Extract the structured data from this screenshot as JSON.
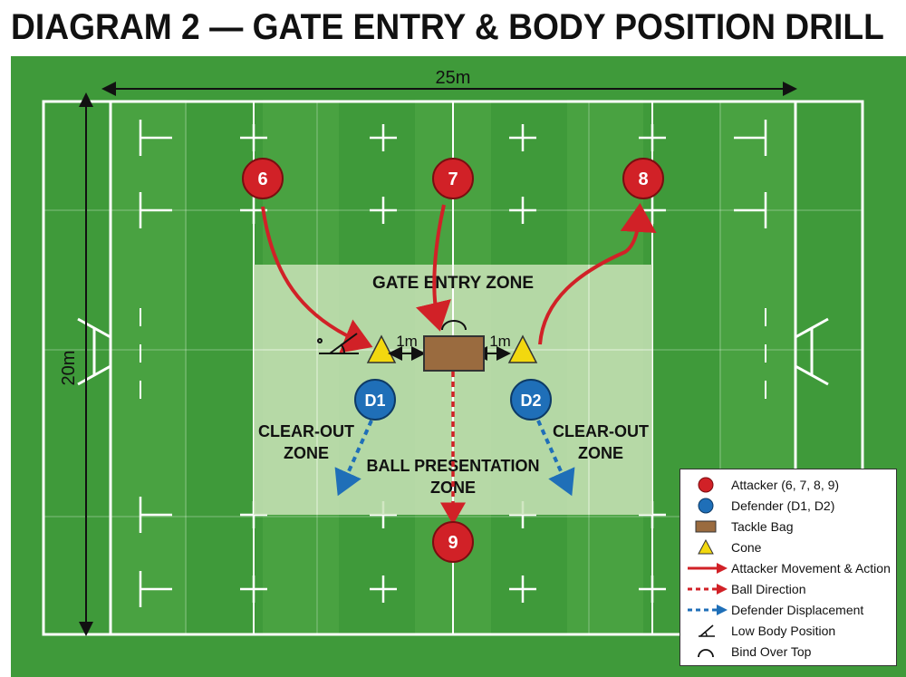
{
  "title": "DIAGRAM 2 — GATE ENTRY & BODY POSITION DRILL",
  "dimensions": {
    "width_label": "25m",
    "height_label": "20m",
    "gap_left": "1m",
    "gap_right": "1m"
  },
  "zones": {
    "gate_entry": "GATE ENTRY ZONE",
    "clear_out_left": [
      "CLEAR-OUT",
      "ZONE"
    ],
    "clear_out_right": [
      "CLEAR-OUT",
      "ZONE"
    ],
    "ball_presentation": [
      "BALL PRESENTATION",
      "ZONE"
    ]
  },
  "players": {
    "attackers": [
      "6",
      "7",
      "8",
      "9"
    ],
    "defenders": [
      "D1",
      "D2"
    ]
  },
  "colors": {
    "field_dark": "#3f9a3a",
    "field_light": "#4aa843",
    "zone": "#c9e3b8",
    "attacker": "#d12127",
    "defender": "#1f6fb8",
    "cone": "#f2d80f",
    "tackle_bag": "#9a6b3f",
    "arrow_red": "#d12127",
    "arrow_blue": "#1f6fb8"
  },
  "legend": [
    {
      "icon": "attacker-icon",
      "label": "Attacker (6, 7, 8, 9)"
    },
    {
      "icon": "defender-icon",
      "label": "Defender (D1, D2)"
    },
    {
      "icon": "tackle-bag-icon",
      "label": "Tackle Bag"
    },
    {
      "icon": "cone-icon",
      "label": "Cone"
    },
    {
      "icon": "attacker-arrow-icon",
      "label": "Attacker Movement & Action"
    },
    {
      "icon": "ball-direction-icon",
      "label": "Ball Direction"
    },
    {
      "icon": "defender-arrow-icon",
      "label": "Defender Displacement"
    },
    {
      "icon": "low-body-icon",
      "label": "Low Body Position"
    },
    {
      "icon": "bind-icon",
      "label": "Bind Over Top"
    }
  ]
}
